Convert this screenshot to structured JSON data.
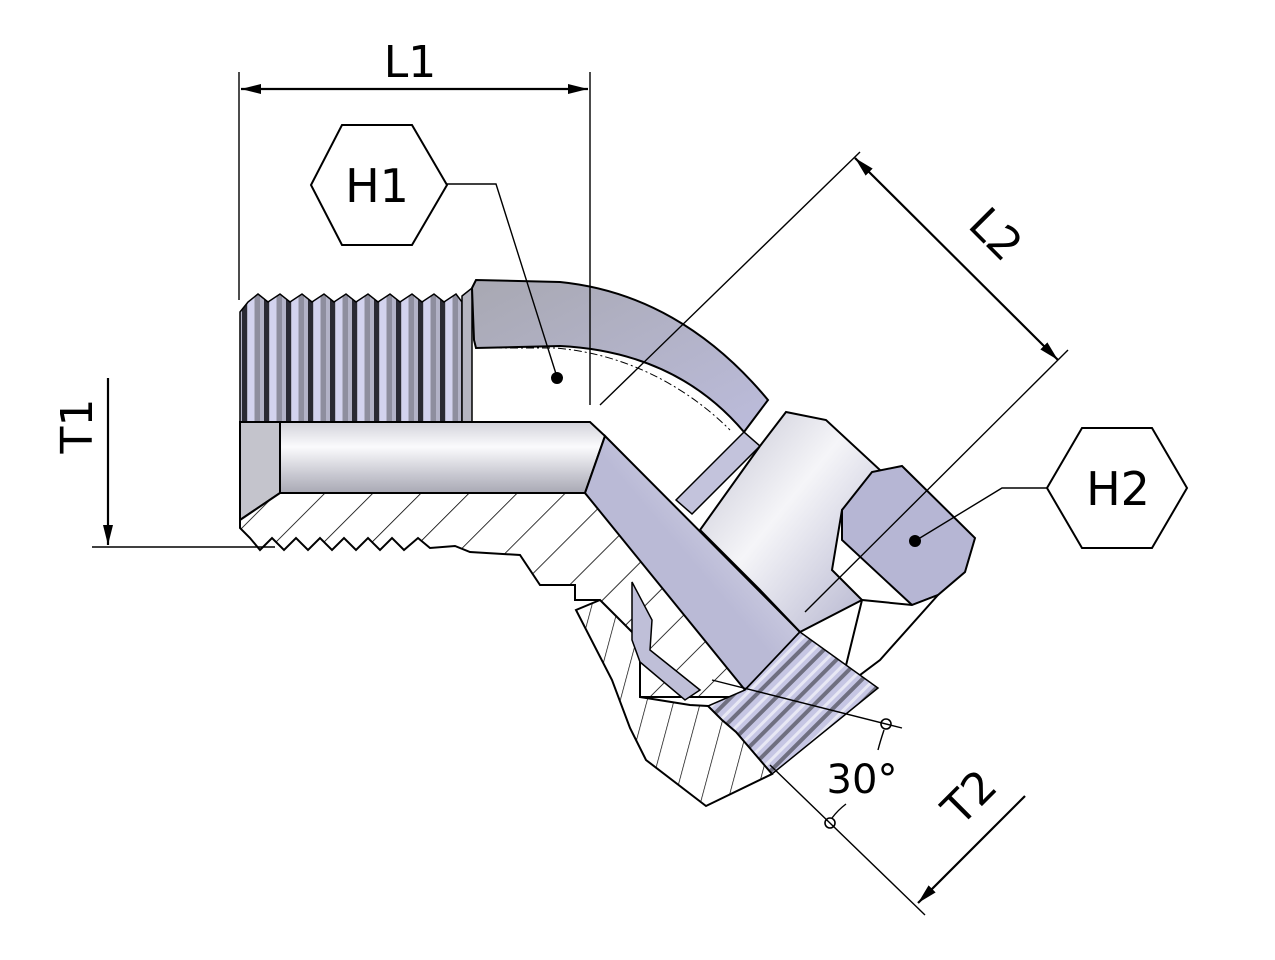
{
  "drawing": {
    "title": "45° elbow fitting – male thread to swivel nut",
    "labels": {
      "L1": "L1",
      "L2": "L2",
      "H1": "H1",
      "H2": "H2",
      "T1": "T1",
      "T2": "T2",
      "angle": "30°"
    },
    "colors": {
      "steel_light": "#e6e6ec",
      "steel_mid": "#b9b9c8",
      "steel_blue": "#b8b8d8",
      "steel_dark": "#8e8e9c",
      "line": "#000000",
      "background": "#ffffff"
    }
  }
}
